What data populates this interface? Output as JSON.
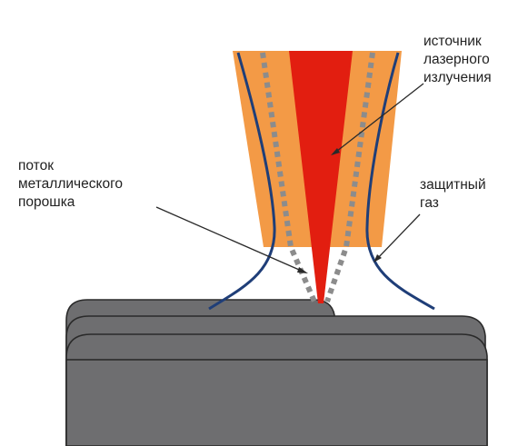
{
  "labels": {
    "laser_source": [
      "источник",
      "лазерного",
      "излучения"
    ],
    "powder_flow": [
      "поток",
      "металлического",
      "порошка"
    ],
    "shielding_gas": [
      "защитный",
      "газ"
    ]
  },
  "colors": {
    "nozzle": "#F39A46",
    "laser_beam": "#E21E10",
    "gas_line": "#1F3E78",
    "powder_dots": "#8C8C8C",
    "workpiece": "#6E6E70",
    "workpiece_outline": "#2A2A2A",
    "arrow": "#2A2A2A"
  }
}
